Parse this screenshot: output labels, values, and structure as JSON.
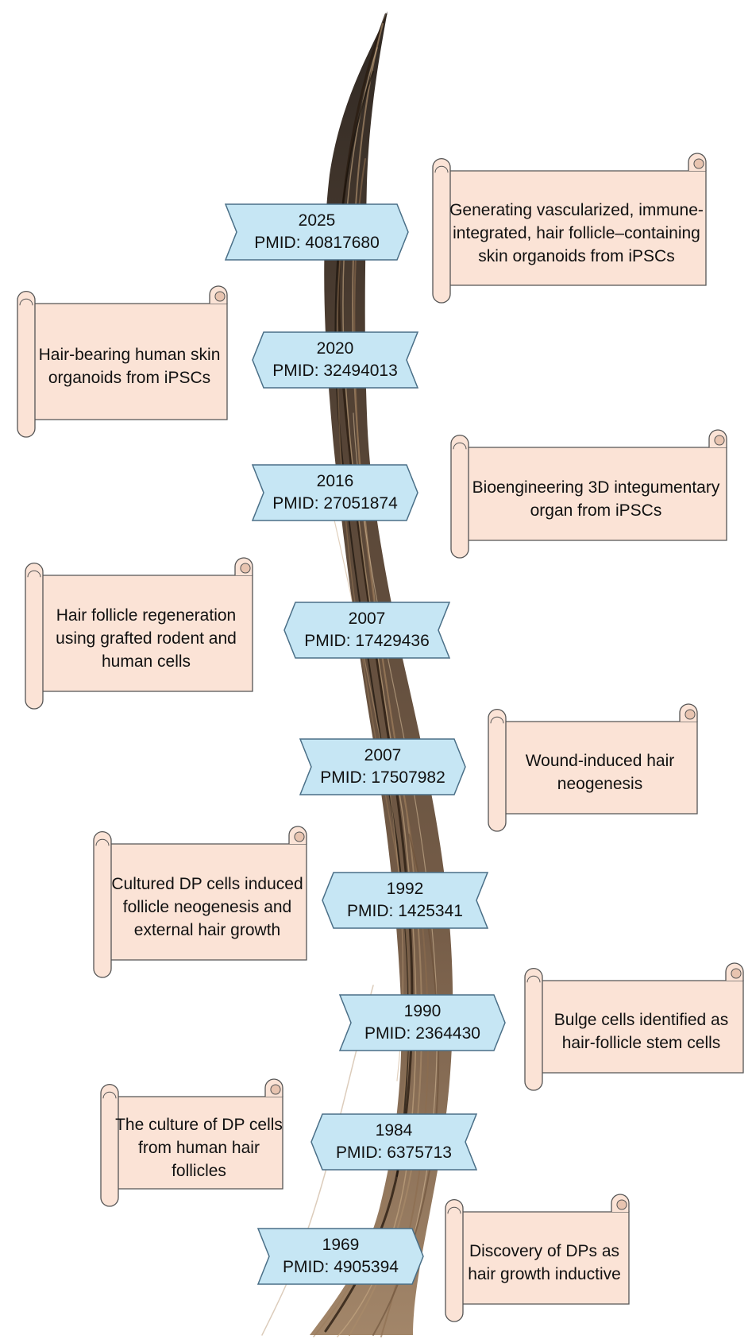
{
  "timeline": [
    {
      "year": "2025",
      "pmid": "PMID: 40817680",
      "pointer": "right",
      "description": "Generating vascularized, immune-integrated, hair follicle–containing skin organoids from iPSCs"
    },
    {
      "year": "2020",
      "pmid": "PMID: 32494013",
      "pointer": "left",
      "description": "Hair-bearing human skin organoids from iPSCs"
    },
    {
      "year": "2016",
      "pmid": "PMID: 27051874",
      "pointer": "right",
      "description": "Bioengineering 3D integumentary organ from iPSCs"
    },
    {
      "year": "2007",
      "pmid": "PMID: 17429436",
      "pointer": "left",
      "description": "Hair follicle regeneration using grafted rodent and human cells"
    },
    {
      "year": "2007",
      "pmid": "PMID: 17507982",
      "pointer": "right",
      "description": "Wound-induced hair neogenesis"
    },
    {
      "year": "1992",
      "pmid": "PMID: 1425341",
      "pointer": "left",
      "description": "Cultured DP cells induced follicle neogenesis and external hair growth"
    },
    {
      "year": "1990",
      "pmid": "PMID: 2364430",
      "pointer": "right",
      "description": "Bulge cells identified as hair-follicle stem cells"
    },
    {
      "year": "1984",
      "pmid": "PMID: 6375713",
      "pointer": "left",
      "description": "The culture of DP cells from human hair follicles"
    },
    {
      "year": "1969",
      "pmid": "PMID: 4905394",
      "pointer": "right",
      "description": "Discovery of DPs as hair growth inductive"
    }
  ],
  "colors": {
    "banner_fill": "#c6e6f4",
    "banner_stroke": "#4a6f87",
    "scroll_fill": "#fbe3d6",
    "scroll_stroke": "#555555",
    "hair_dark": "#3a2a1c",
    "hair_mid": "#6b5039",
    "hair_light": "#a08263"
  }
}
